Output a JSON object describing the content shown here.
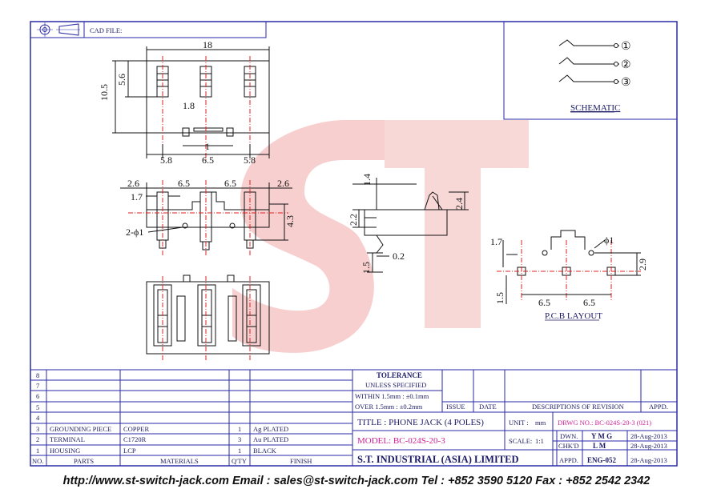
{
  "cad_file_label": "CAD FILE:",
  "watermark": "ST",
  "schematic": {
    "title": "SCHEMATIC",
    "pins": [
      "①",
      "②",
      "③"
    ]
  },
  "top_view": {
    "dims": {
      "width": "18",
      "height": "10.5",
      "top_offset": "5.6",
      "pin_width": "1.8",
      "pin_gap": "1",
      "left": "5.8",
      "center": "6.5",
      "right": "5.8"
    }
  },
  "front_view": {
    "dims": {
      "left": "2.6",
      "mid1": "6.5",
      "mid2": "6.5",
      "right": "2.6",
      "pin": "1.7",
      "holes": "2-ϕ1",
      "height": "4.3"
    }
  },
  "side_view": {
    "dims": {
      "top": "1.4",
      "right": "2.4",
      "left": "2.2",
      "bottom": "1.5",
      "thickness": "0.2"
    }
  },
  "pcb_layout": {
    "title": "P.C.B  LAYOUT",
    "dims": {
      "pad": "1.7",
      "hole": "ϕ1",
      "height": "2.9",
      "spacing1": "6.5",
      "spacing2": "6.5",
      "bottom": "1.5"
    }
  },
  "title_block": {
    "tolerance": {
      "heading": "TOLERANCE",
      "subheading": "UNLESS  SPECIFIED",
      "within": "WITHIN  1.5mm : ±0.1mm",
      "over": "OVER    1.5mm : ±0.2mm"
    },
    "revision_headers": [
      "ISSUE",
      "DATE",
      "DESCRIPTIONS  OF  REVISION",
      "APPD."
    ],
    "bom_rows": [
      {
        "no": "8",
        "part": "",
        "material": "",
        "qty": "",
        "finish": ""
      },
      {
        "no": "7",
        "part": "",
        "material": "",
        "qty": "",
        "finish": ""
      },
      {
        "no": "6",
        "part": "",
        "material": "",
        "qty": "",
        "finish": ""
      },
      {
        "no": "5",
        "part": "",
        "material": "",
        "qty": "",
        "finish": ""
      },
      {
        "no": "4",
        "part": "",
        "material": "",
        "qty": "",
        "finish": ""
      },
      {
        "no": "3",
        "part": "GROUNDING PIECE",
        "material": "COPPER",
        "qty": "1",
        "finish": "Ag PLATED"
      },
      {
        "no": "2",
        "part": "TERMINAL",
        "material": "C1720R",
        "qty": "3",
        "finish": "Au PLATED"
      },
      {
        "no": "1",
        "part": "HOUSING",
        "material": "LCP",
        "qty": "1",
        "finish": "BLACK"
      }
    ],
    "bom_headers": {
      "no": "NO.",
      "parts": "PARTS",
      "materials": "MATERIALS",
      "qty": "Q'TY",
      "finish": "FINISH"
    },
    "title": "TITLE : PHONE JACK (4 POLES)",
    "unit_label": "UNIT :",
    "unit_value": "mm",
    "drwg_no": "DRWG NO.: BC-024S-20-3 (021)",
    "model": "MODEL: BC-024S-20-3",
    "scale_label": "SCALE:",
    "scale_value": "1:1",
    "company": "S.T.  INDUSTRIAL  (ASIA)  LIMITED",
    "approvals": [
      {
        "role": "DWN.",
        "name": "Y M G",
        "date": "28-Aug-2013"
      },
      {
        "role": "CHK'D",
        "name": "L M",
        "date": "28-Aug-2013"
      },
      {
        "role": "APPD.",
        "name": "ENG-052",
        "date": "28-Aug-2013"
      }
    ]
  },
  "footer": "http://www.st-switch-jack.com  Email : sales@st-switch-jack.com  Tel : +852 3590 5120  Fax : +852 2542 2342",
  "colors": {
    "frame": "#2a2aa8",
    "watermark": "#f2b3b3",
    "accent": "#d0209a",
    "centerline": "#e02020"
  }
}
